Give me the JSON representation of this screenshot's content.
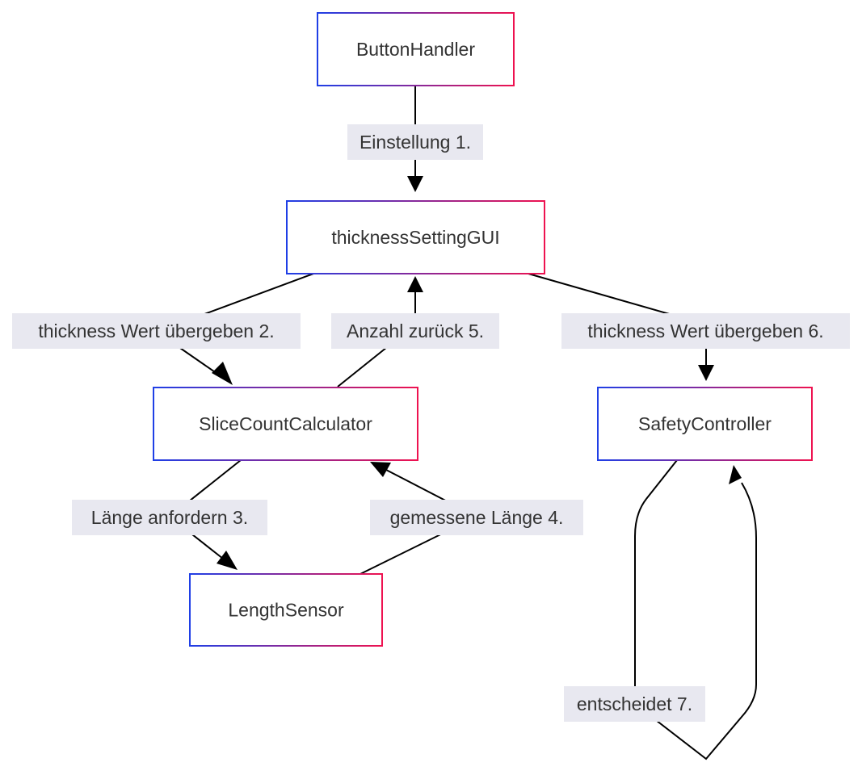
{
  "diagram": {
    "nodes": {
      "button_handler": {
        "label": "ButtonHandler"
      },
      "thickness_gui": {
        "label": "thicknessSettingGUI"
      },
      "slice_calc": {
        "label": "SliceCountCalculator"
      },
      "safety": {
        "label": "SafetyController"
      },
      "length_sensor": {
        "label": "LengthSensor"
      }
    },
    "edges": {
      "e1": {
        "label": "Einstellung 1."
      },
      "e2": {
        "label": "thickness Wert übergeben 2."
      },
      "e3": {
        "label": "Länge anfordern 3."
      },
      "e4": {
        "label": "gemessene Länge 4."
      },
      "e5": {
        "label": "Anzahl zurück 5."
      },
      "e6": {
        "label": "thickness Wert übergeben 6."
      },
      "e7": {
        "label": "entscheidet 7."
      }
    }
  }
}
